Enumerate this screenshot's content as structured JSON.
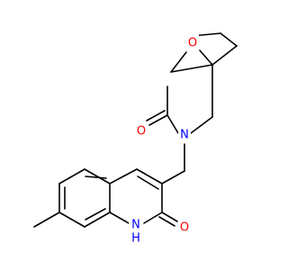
{
  "molecule": {
    "atoms": {
      "O_ring": {
        "symbol": "O",
        "color": "#ff0000"
      },
      "O_acetyl": {
        "symbol": "O",
        "color": "#ff0000"
      },
      "N_amide": {
        "symbol": "N",
        "color": "#0000ff"
      },
      "O_lactam": {
        "symbol": "O",
        "color": "#ff0000"
      },
      "NH_lactam": {
        "symbol": "N",
        "color": "#0000ff"
      },
      "H_lactam": {
        "symbol": "H",
        "color": "#0000ff"
      }
    },
    "bond_color": "#000000"
  }
}
